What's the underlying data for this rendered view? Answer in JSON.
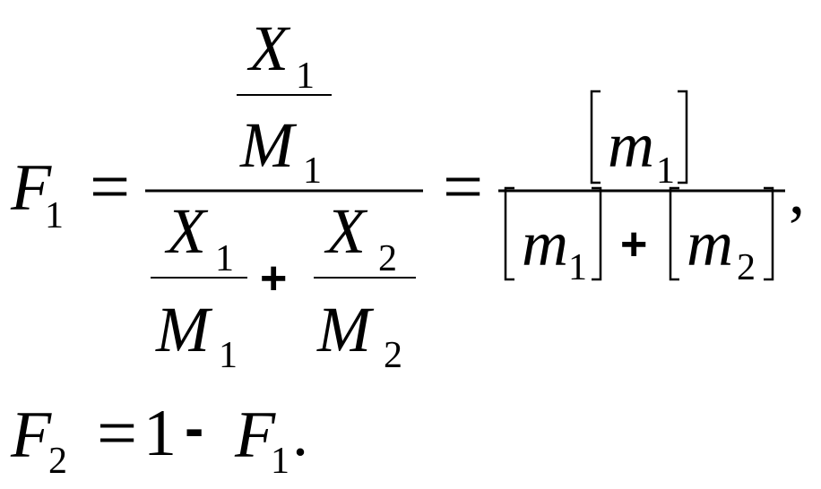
{
  "equation1": {
    "lhs": {
      "symbol": "F",
      "subscript": "1"
    },
    "equals": "=",
    "big_fraction": {
      "numerator": {
        "top": {
          "symbol": "X",
          "subscript": "1"
        },
        "bottom": {
          "symbol": "M",
          "subscript": "1"
        }
      },
      "denominator": {
        "term1": {
          "top": {
            "symbol": "X",
            "subscript": "1"
          },
          "bottom": {
            "symbol": "M",
            "subscript": "1"
          }
        },
        "plus": "+",
        "term2": {
          "top": {
            "symbol": "X",
            "subscript": "2"
          },
          "bottom": {
            "symbol": "M",
            "subscript": "2"
          }
        }
      }
    },
    "equals2": "=",
    "concentration_fraction": {
      "numerator": {
        "symbol": "m",
        "subscript": "1"
      },
      "denominator": {
        "term1": {
          "symbol": "m",
          "subscript": "1"
        },
        "plus": "+",
        "term2": {
          "symbol": "m",
          "subscript": "2"
        }
      }
    },
    "comma": ","
  },
  "equation2": {
    "lhs": {
      "symbol": "F",
      "subscript": "2"
    },
    "equals": "=",
    "one": "1",
    "minus": "-",
    "rhs": {
      "symbol": "F",
      "subscript": "1"
    },
    "period": "."
  }
}
